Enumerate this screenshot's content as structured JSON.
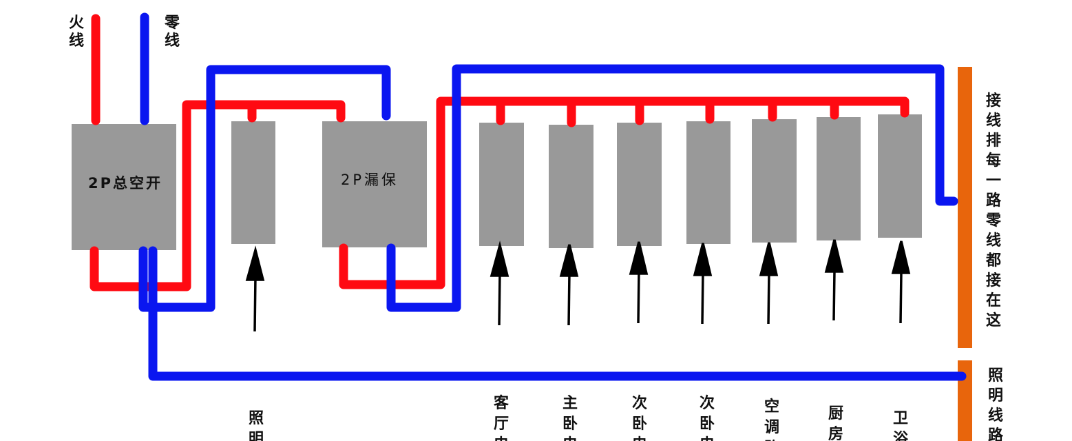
{
  "labels": {
    "live_wire": "火线",
    "neutral_wire": "零线",
    "main_breaker": "2P总空开",
    "rcd_breaker": "2P漏保",
    "neutral_bar": "接线排每一路零线都接在这",
    "lighting_circuit_side": "照明线路",
    "lighting_circuit": "照明",
    "living_room": "客厅电",
    "master_bedroom": "主卧电",
    "second_bedroom_1": "次卧电",
    "second_bedroom_2": "次卧电",
    "ac_circuit": "空调路",
    "kitchen": "厨房",
    "bathroom": "卫浴"
  },
  "colors": {
    "live": "#ff0a12",
    "neutral": "#0a16f0",
    "breaker": "#999999",
    "bar": "#e8650c",
    "arrow": "#000000"
  }
}
